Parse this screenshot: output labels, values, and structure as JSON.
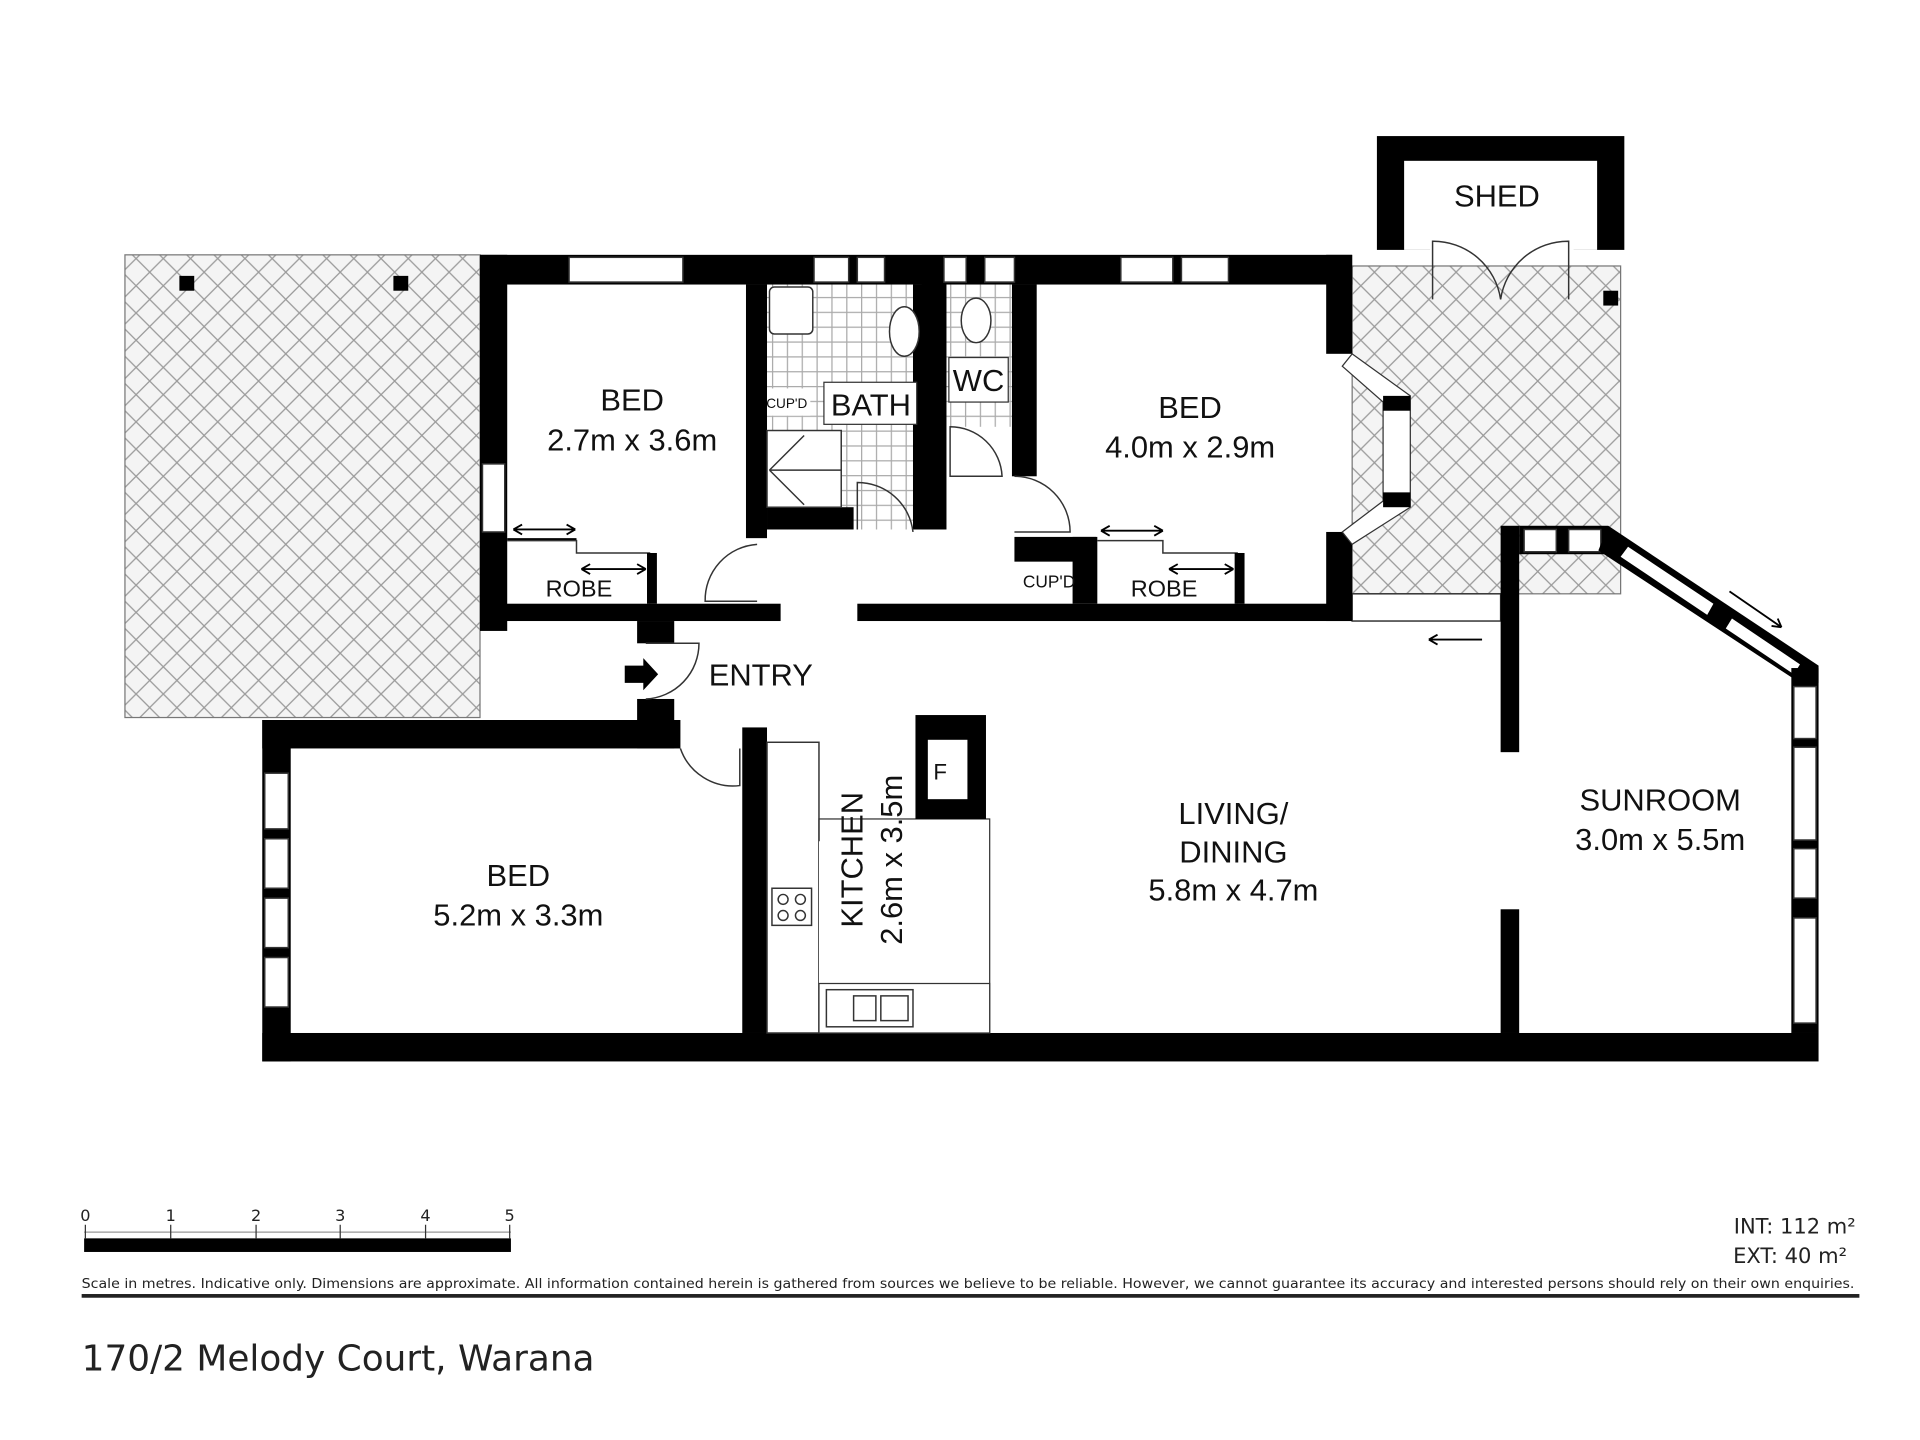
{
  "rooms": {
    "bed1": {
      "name": "BED",
      "size": "2.7m x 3.6m"
    },
    "bath": {
      "name": "BATH"
    },
    "cupd1": {
      "name": "CUP'D"
    },
    "wc": {
      "name": "WC"
    },
    "bed2": {
      "name": "BED",
      "size": "4.0m x 2.9m"
    },
    "cupd2": {
      "name": "CUP'D"
    },
    "robe1": {
      "name": "ROBE"
    },
    "robe2": {
      "name": "ROBE"
    },
    "shed": {
      "name": "SHED"
    },
    "entry": {
      "name": "ENTRY"
    },
    "bed3": {
      "name": "BED",
      "size": "5.2m x 3.3m"
    },
    "kitchen": {
      "name": "KITCHEN",
      "size": "2.6m x 3.5m"
    },
    "fridge": {
      "name": "F"
    },
    "living": {
      "line1": "LIVING/",
      "line2": "DINING",
      "size": "5.8m x 4.7m"
    },
    "sunroom": {
      "name": "SUNROOM",
      "size": "3.0m x 5.5m"
    }
  },
  "scale": {
    "ticks": [
      "0",
      "1",
      "2",
      "3",
      "4",
      "5"
    ],
    "unit": "metres"
  },
  "areas": {
    "int": "INT: 112 m²",
    "ext": "EXT: 40 m²"
  },
  "disclaimer": "Scale in metres. Indicative only. Dimensions are approximate. All information contained herein is gathered from sources we believe to be reliable. However, we cannot guarantee its accuracy and interested persons should rely on their own enquiries.",
  "address": "170/2 Melody Court, Warana"
}
